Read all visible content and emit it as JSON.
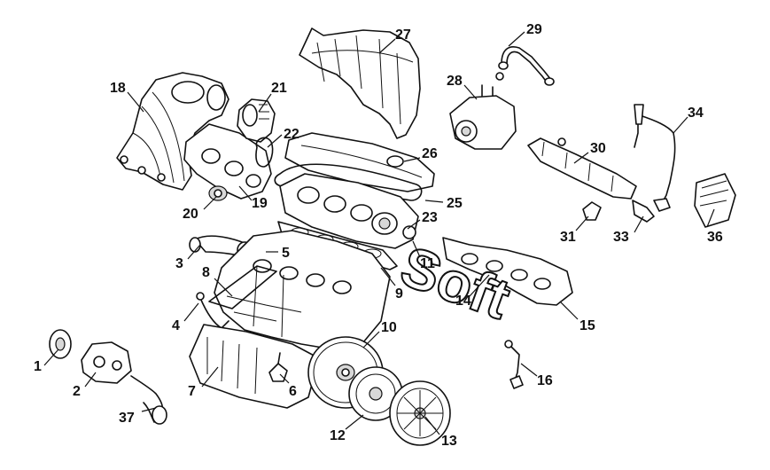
{
  "diagram": {
    "watermark": "Soft",
    "colors": {
      "ink": "#111111",
      "paper": "#ffffff"
    },
    "callouts": [
      {
        "id": "1",
        "label": "1"
      },
      {
        "id": "2",
        "label": "2"
      },
      {
        "id": "3",
        "label": "3"
      },
      {
        "id": "4",
        "label": "4"
      },
      {
        "id": "5",
        "label": "5"
      },
      {
        "id": "6",
        "label": "6"
      },
      {
        "id": "7",
        "label": "7"
      },
      {
        "id": "8",
        "label": "8"
      },
      {
        "id": "9",
        "label": "9"
      },
      {
        "id": "10",
        "label": "10"
      },
      {
        "id": "11",
        "label": "11"
      },
      {
        "id": "12",
        "label": "12"
      },
      {
        "id": "13",
        "label": "13"
      },
      {
        "id": "14",
        "label": "14"
      },
      {
        "id": "15",
        "label": "15"
      },
      {
        "id": "16",
        "label": "16"
      },
      {
        "id": "18",
        "label": "18"
      },
      {
        "id": "19",
        "label": "19"
      },
      {
        "id": "20",
        "label": "20"
      },
      {
        "id": "21",
        "label": "21"
      },
      {
        "id": "22",
        "label": "22"
      },
      {
        "id": "23",
        "label": "23"
      },
      {
        "id": "25",
        "label": "25"
      },
      {
        "id": "26",
        "label": "26"
      },
      {
        "id": "27",
        "label": "27"
      },
      {
        "id": "28",
        "label": "28"
      },
      {
        "id": "29",
        "label": "29"
      },
      {
        "id": "30",
        "label": "30"
      },
      {
        "id": "31",
        "label": "31"
      },
      {
        "id": "33",
        "label": "33"
      },
      {
        "id": "34",
        "label": "34"
      },
      {
        "id": "36",
        "label": "36"
      },
      {
        "id": "37",
        "label": "37"
      }
    ]
  }
}
